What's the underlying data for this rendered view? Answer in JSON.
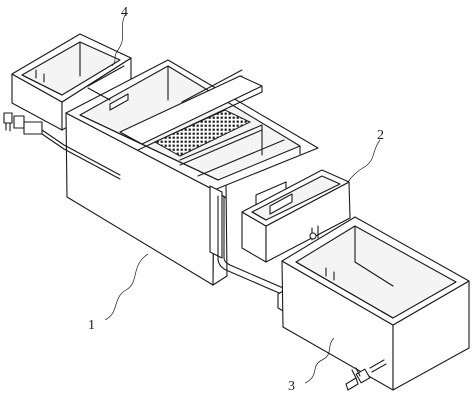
{
  "figure": {
    "labels": {
      "main_tank": "1",
      "middle_box": "2",
      "front_tank": "3",
      "rear_box": "4"
    },
    "colors": {
      "line": "#1a1a1a",
      "background": "#ffffff"
    }
  }
}
